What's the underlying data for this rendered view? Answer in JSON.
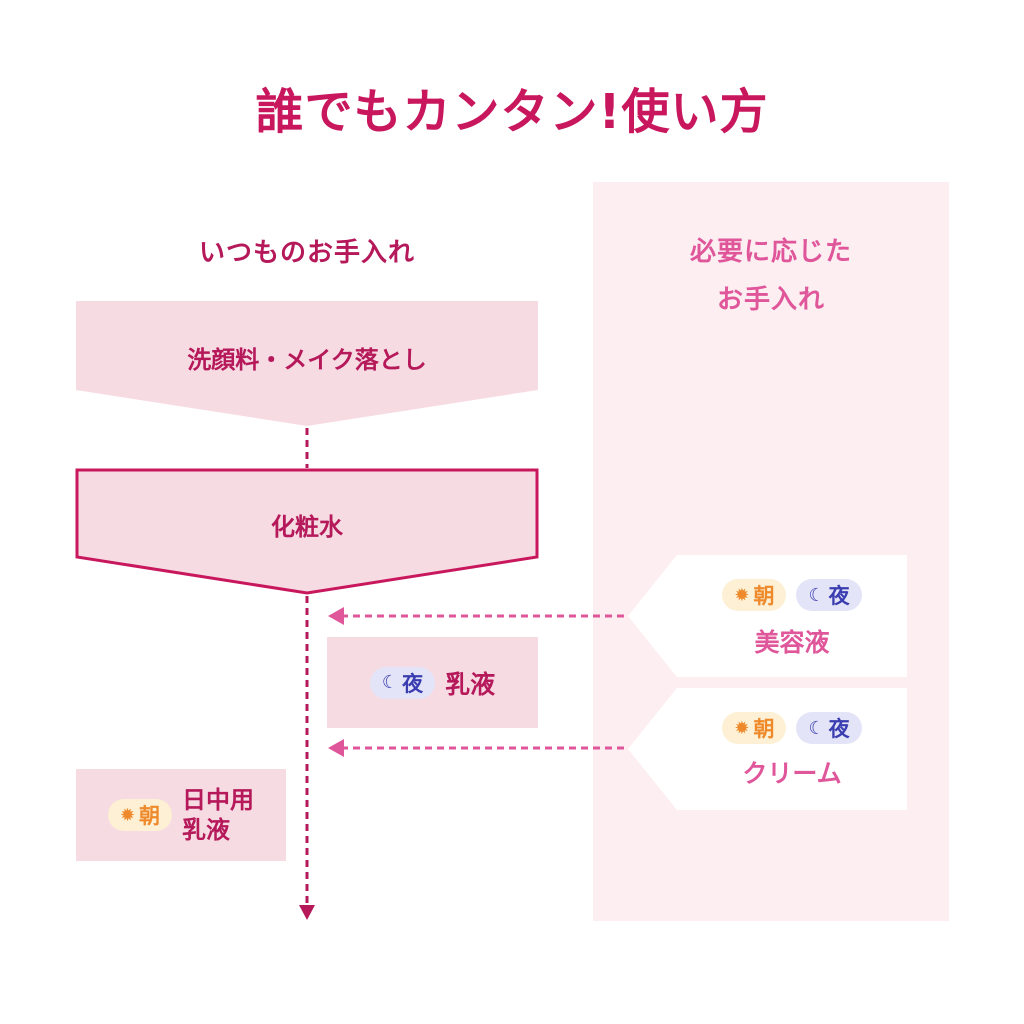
{
  "title": "誰でもカンタン!使い方",
  "left_heading": "いつものお手入れ",
  "right_heading": [
    "必要に応じた",
    "お手入れ"
  ],
  "steps": {
    "cleansing": "洗顔料・メイク落とし",
    "lotion": "化粧水",
    "night_emulsion": "乳液",
    "day_emulsion": [
      "日中用",
      "乳液"
    ]
  },
  "optional": {
    "serum": "美容液",
    "cream": "クリーム"
  },
  "badges": {
    "morning": "朝",
    "night": "夜"
  },
  "icons": {
    "morning": "sun-icon",
    "night": "moon-icon"
  },
  "colors": {
    "title": "#c8175d",
    "accent": "#b5195a",
    "pink_text": "#e0569a",
    "box_fill": "#f7dbe3",
    "panel_fill": "#fdeef1",
    "arrow": "#e0569a",
    "morning_badge": "#fdf0d4",
    "night_badge": "#e3e4f8"
  }
}
